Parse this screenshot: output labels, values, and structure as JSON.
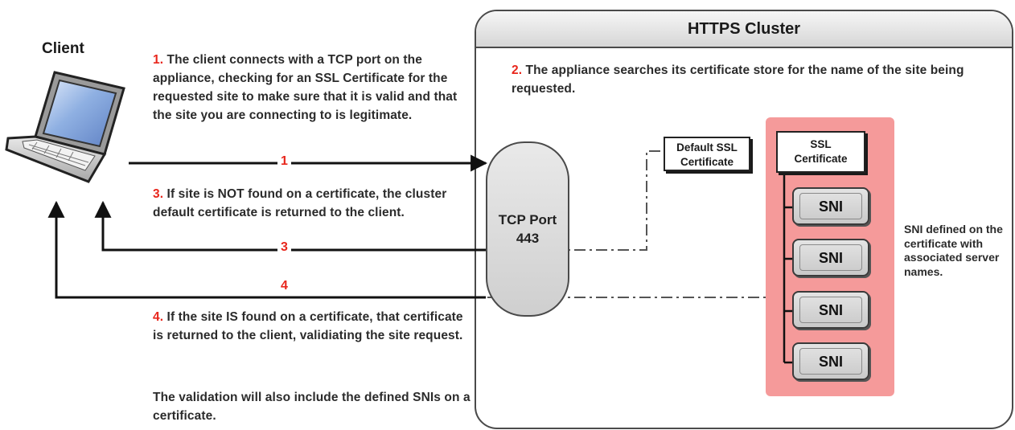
{
  "client": {
    "title": "Client",
    "icon": "laptop-icon"
  },
  "steps": {
    "step1": {
      "number": "1.",
      "text": " The client connects with a TCP port on the appliance, checking for an SSL Certificate for the requested site to make sure that it is valid and that the site you are connecting to is legitimate."
    },
    "step2": {
      "number": "2.",
      "text": " The appliance searches its certificate store for the name of the site  being requested."
    },
    "step3": {
      "number": "3.",
      "text": " If site is NOT found on a certificate, the cluster default certificate is returned to the client."
    },
    "step4": {
      "number": "4.",
      "text": " If the site IS found on a certificate, that certificate is returned to the client, validiating the site request."
    },
    "validation_note": "The validation will also include the defined SNIs on a certificate."
  },
  "arrows": {
    "label1": "1",
    "label3": "3",
    "label4": "4"
  },
  "cluster": {
    "title": "HTTPS Cluster",
    "tcp_port_label": "TCP Port",
    "tcp_port_number": "443",
    "default_cert_line1": "Default SSL",
    "default_cert_line2": "Certificate",
    "ssl_cert_line1": "SSL",
    "ssl_cert_line2": "Certificate",
    "sni_items": [
      "SNI",
      "SNI",
      "SNI",
      "SNI"
    ],
    "sni_note": "SNI defined on the certificate with associated server names."
  },
  "colors": {
    "step_number": "#e8261c",
    "sni_panel": "#f59a9a",
    "laptop_screen": "#7f9fd6"
  }
}
